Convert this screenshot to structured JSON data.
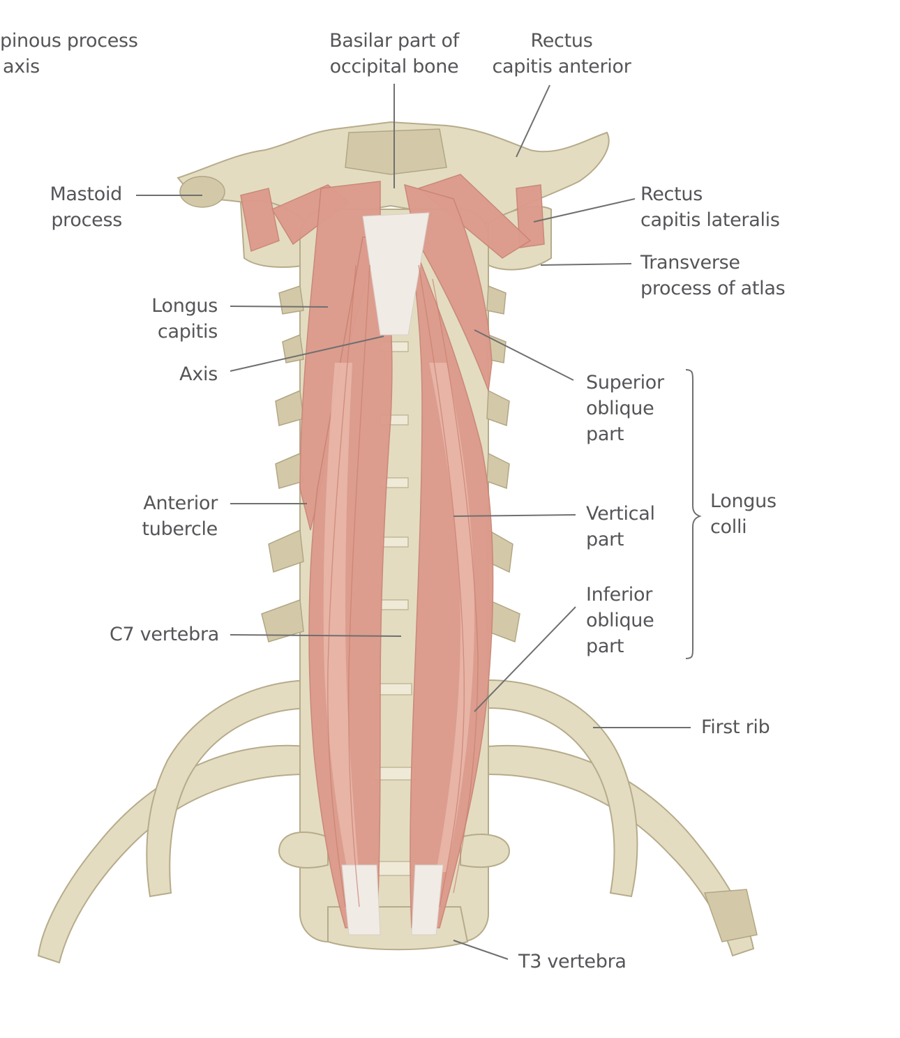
{
  "labels": {
    "spinous_process_axis": [
      "pinous process",
      "axis"
    ],
    "basilar_part": [
      "Basilar part of",
      "occipital bone"
    ],
    "rectus_capitis_anterior": [
      "Rectus",
      "capitis anterior"
    ],
    "mastoid_process": [
      "Mastoid",
      "process"
    ],
    "rectus_capitis_lateralis": [
      "Rectus",
      "capitis lateralis"
    ],
    "transverse_process_atlas": [
      "Transverse",
      "process of atlas"
    ],
    "longus_capitis": [
      "Longus",
      "capitis"
    ],
    "axis": [
      "Axis"
    ],
    "superior_oblique_part": [
      "Superior",
      "oblique",
      "part"
    ],
    "longus_colli": [
      "Longus",
      "colli"
    ],
    "anterior_tubercle": [
      "Anterior",
      "tubercle"
    ],
    "vertical_part": [
      "Vertical",
      "part"
    ],
    "inferior_oblique_part": [
      "Inferior",
      "oblique",
      "part"
    ],
    "c7_vertebra": [
      "C7 vertebra"
    ],
    "first_rib": [
      "First rib"
    ],
    "t3_vertebra": [
      "T3 vertebra"
    ]
  },
  "colors": {
    "bone": "#e3dcc1",
    "muscle": "#dc9b8c",
    "tendon": "#f1ebe6",
    "label_text": "#555559"
  }
}
